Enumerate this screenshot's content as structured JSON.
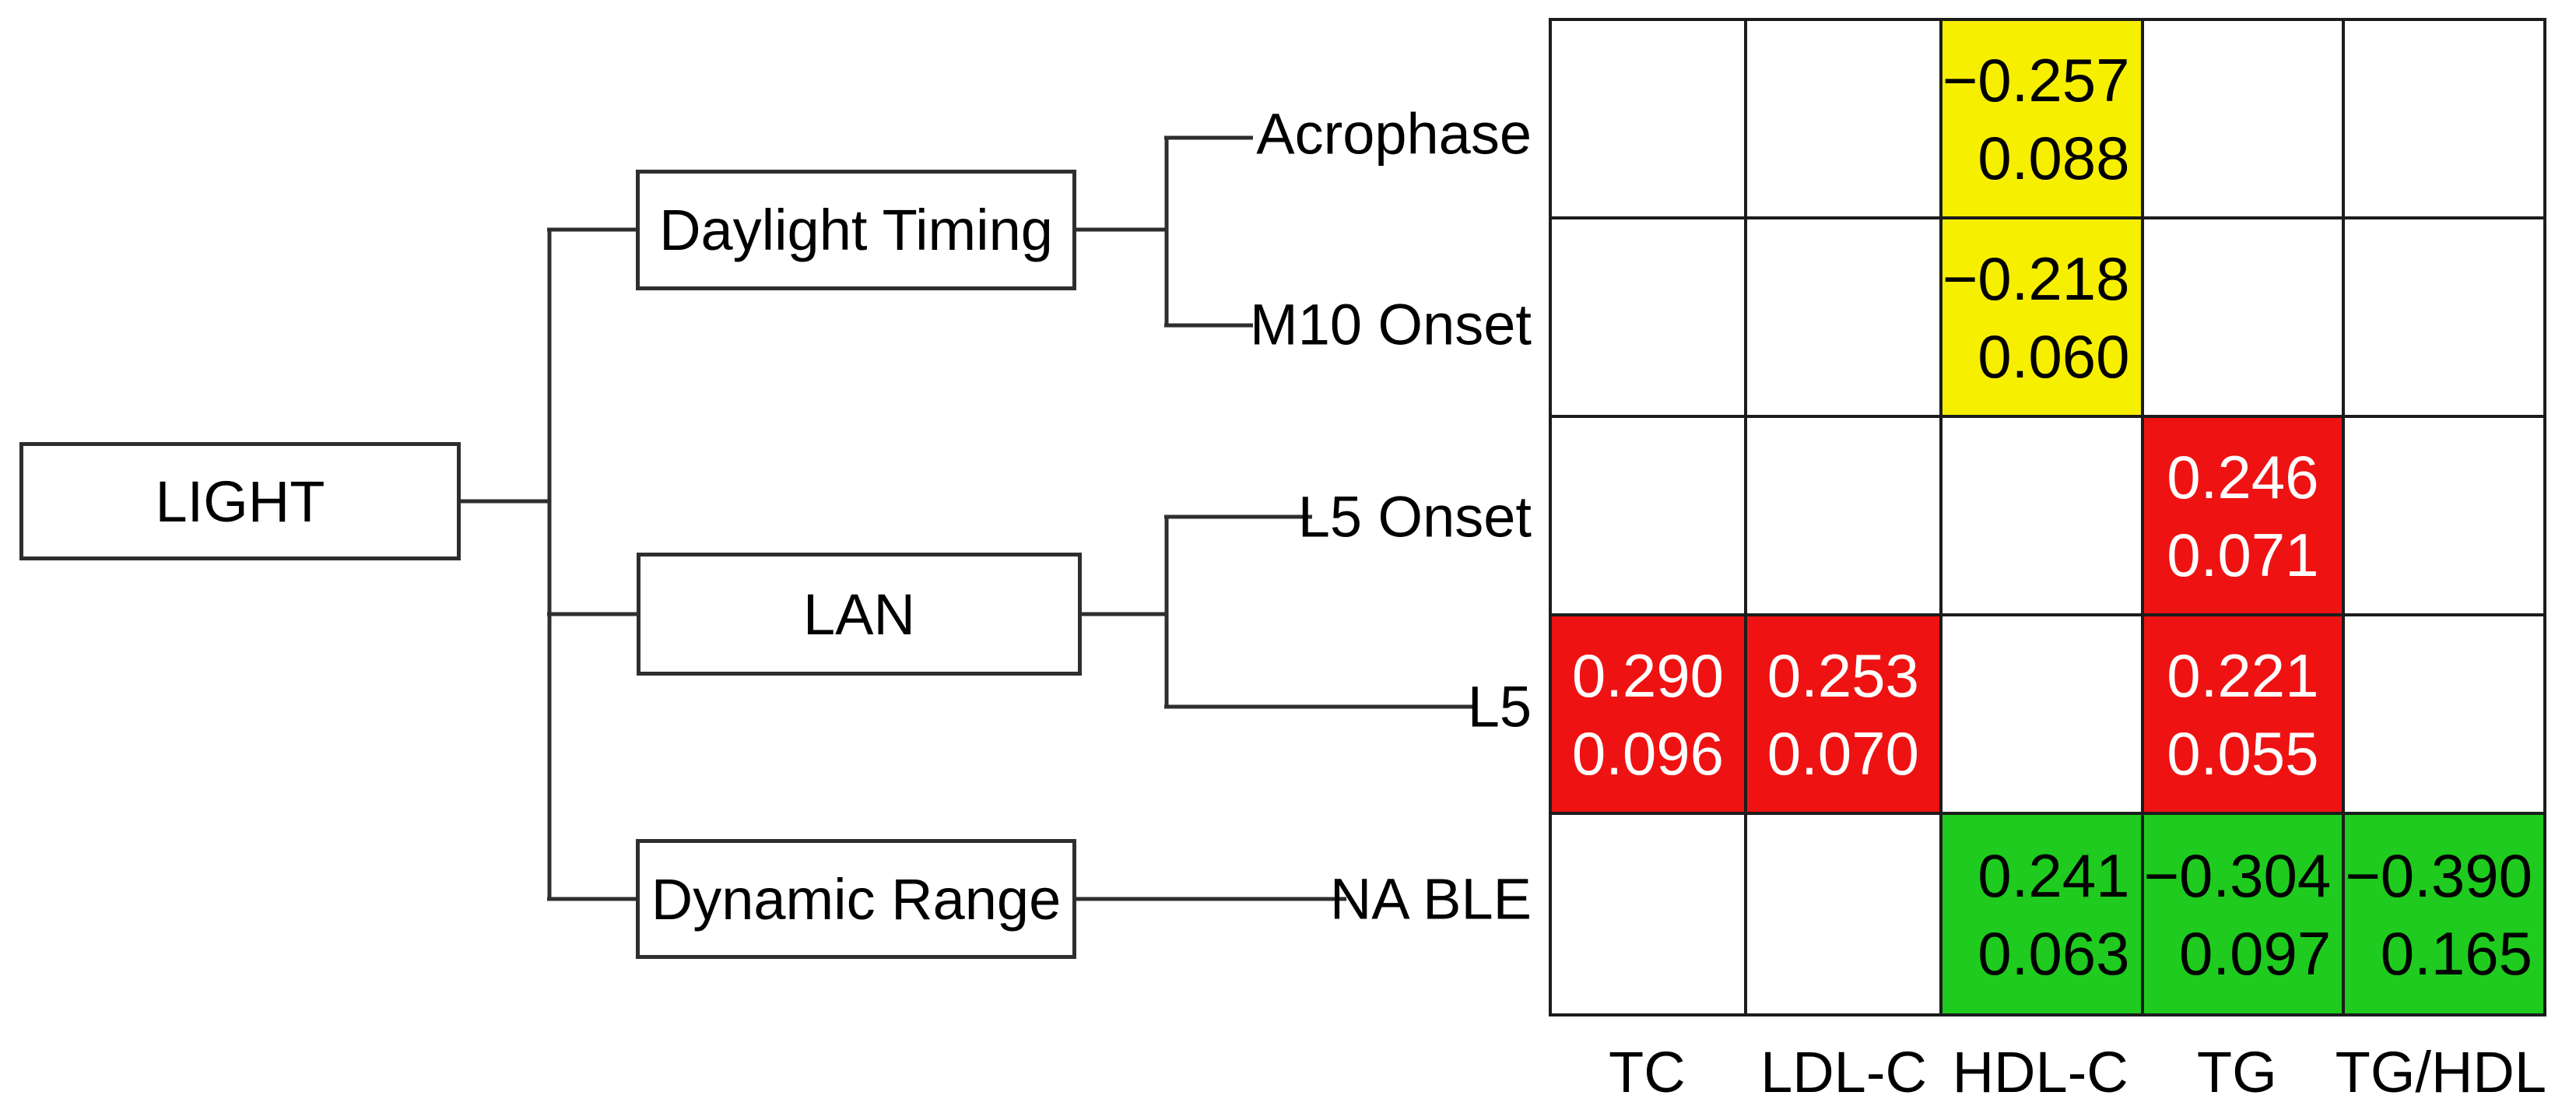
{
  "palette": {
    "trend_positive_red": "#ef1212",
    "trend_negative_green": "#1ecb1e",
    "trend_marginal_yellow": "#f7ef00",
    "line_color": "#2e2e2e"
  },
  "tree": {
    "root": "LIGHT",
    "branches": [
      {
        "label": "Daylight Timing",
        "leaves": [
          "Acrophase",
          "M10 Onset"
        ]
      },
      {
        "label": "LAN",
        "leaves": [
          "L5 Onset",
          "L5"
        ]
      },
      {
        "label": "Dynamic Range",
        "leaves": [
          "NA BLE"
        ]
      }
    ]
  },
  "matrix": {
    "columns": [
      "TC",
      "LDL-C",
      "HDL-C",
      "TG",
      "TG/HDL"
    ],
    "rows": [
      "Acrophase",
      "M10 Onset",
      "L5 Onset",
      "L5",
      "NA BLE"
    ],
    "cells": {
      "acrophase_hdlc": {
        "value": "−0.257",
        "p": "0.088",
        "color": "yellow"
      },
      "m10onset_hdlc": {
        "value": "−0.218",
        "p": "0.060",
        "color": "yellow"
      },
      "l5onset_tg": {
        "value": "0.246",
        "p": "0.071",
        "color": "red"
      },
      "l5_tc": {
        "value": "0.290",
        "p": "0.096",
        "color": "red"
      },
      "l5_ldlc": {
        "value": "0.253",
        "p": "0.070",
        "color": "red"
      },
      "l5_tg": {
        "value": "0.221",
        "p": "0.055",
        "color": "red"
      },
      "nable_hdlc": {
        "value": "0.241",
        "p": "0.063",
        "color": "green"
      },
      "nable_tg": {
        "value": "−0.304",
        "p": "0.097",
        "color": "green"
      },
      "nable_tghdl": {
        "value": "−0.390",
        "p": "0.165",
        "color": "green"
      }
    }
  }
}
